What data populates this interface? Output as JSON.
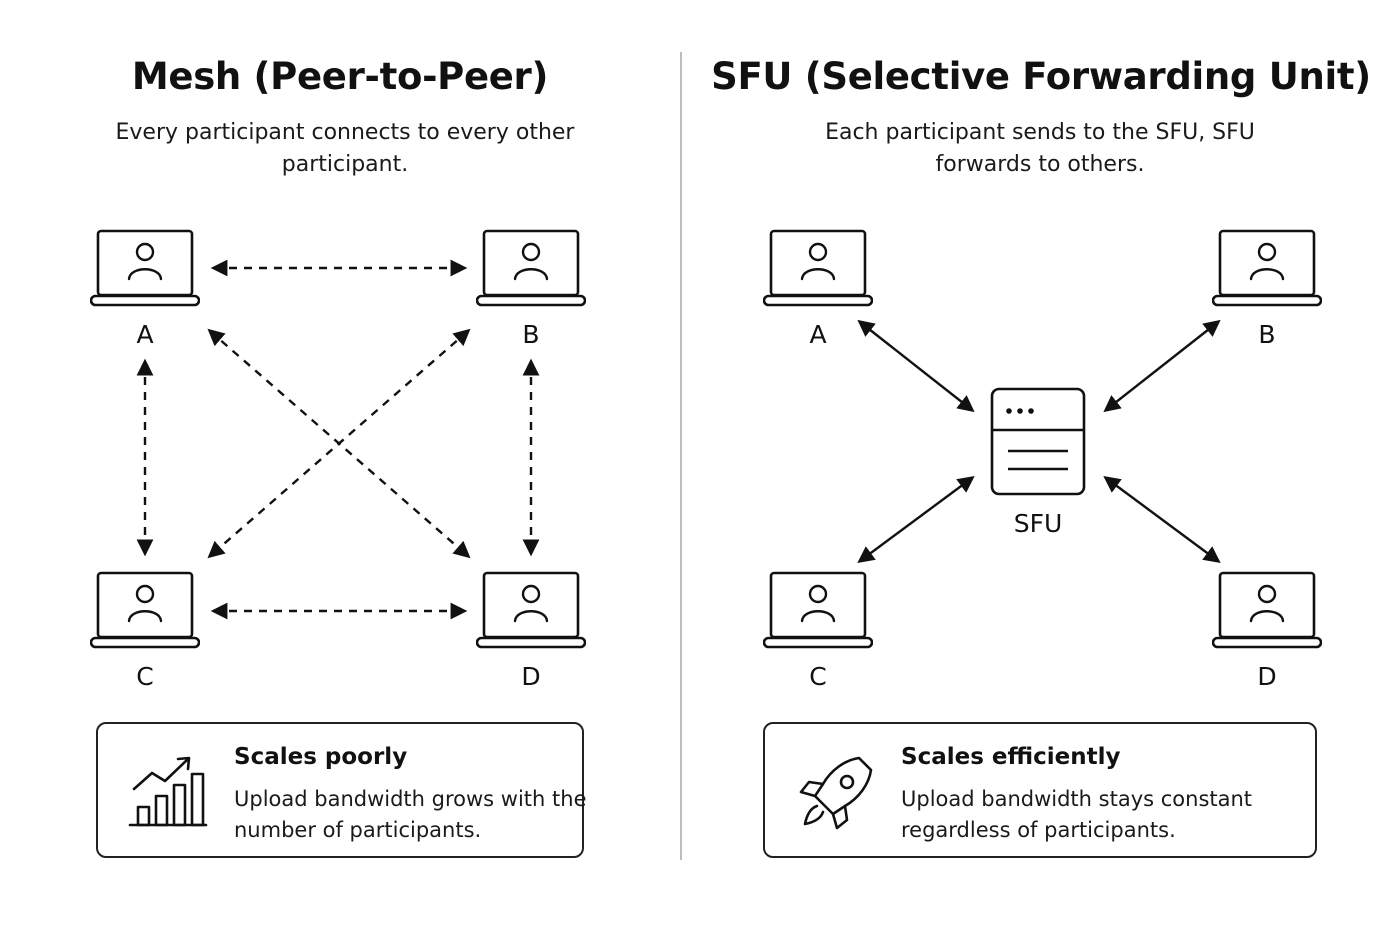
{
  "mesh": {
    "title": "Mesh (Peer-to-Peer)",
    "subtitle": "Every participant connects to every other participant.",
    "nodes": {
      "a": "A",
      "b": "B",
      "c": "C",
      "d": "D"
    },
    "box": {
      "icon": "bar-chart-trend-icon",
      "heading": "Scales poorly",
      "text": "Upload bandwidth grows with the number of participants."
    }
  },
  "sfu": {
    "title": "SFU (Selective Forwarding Unit)",
    "subtitle": "Each participant sends to the SFU, SFU forwards to others.",
    "server_label": "SFU",
    "nodes": {
      "a": "A",
      "b": "B",
      "c": "C",
      "d": "D"
    },
    "box": {
      "icon": "rocket-icon",
      "heading": "Scales efficiently",
      "text": "Upload bandwidth stays constant regardless of participants."
    }
  },
  "colors": {
    "ink": "#111111",
    "divider": "#bdbdbd",
    "background": "#ffffff"
  }
}
